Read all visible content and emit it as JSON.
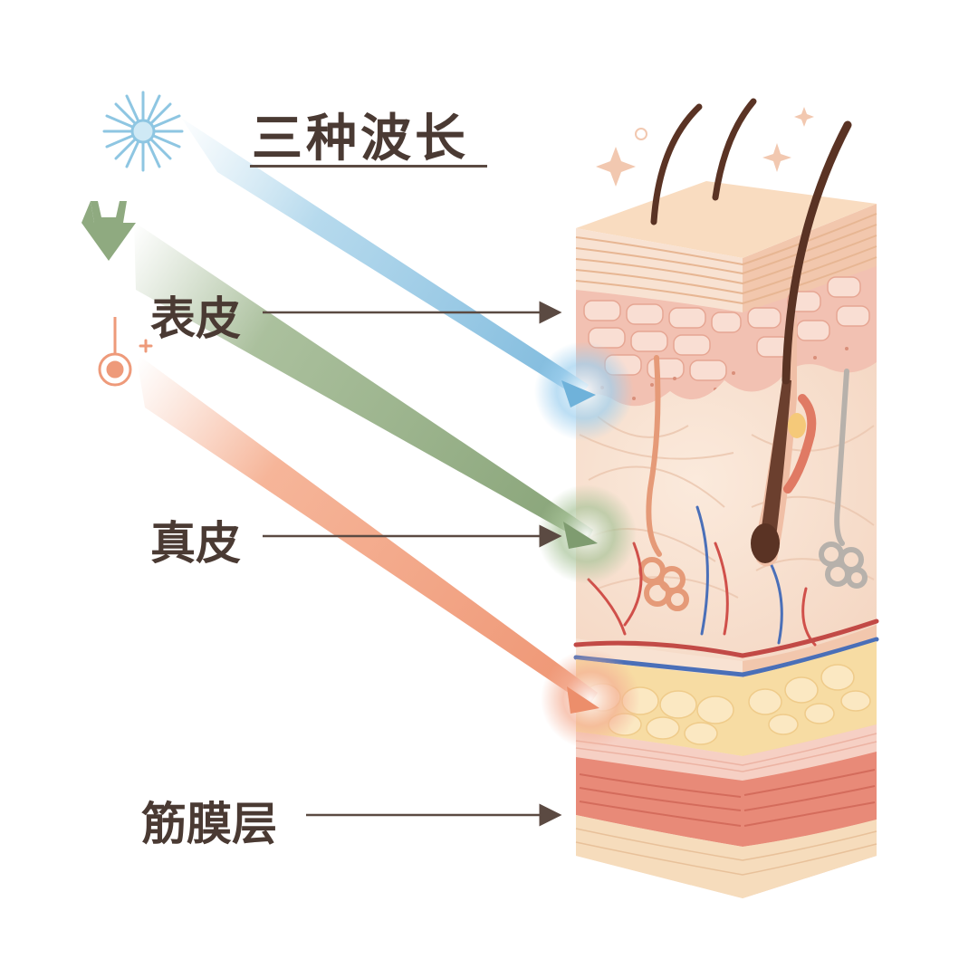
{
  "title": "三种波长",
  "layers": {
    "epidermis": "表皮",
    "dermis": "真皮",
    "fascia": "筋膜层"
  },
  "beams": [
    {
      "icon": "sun-burst-icon",
      "color": "#9ecfe6"
    },
    {
      "icon": "plug-icon",
      "color": "#9db58f"
    },
    {
      "icon": "thermometer-icon",
      "color": "#f2a585"
    }
  ],
  "colors": {
    "text": "#4a3a33",
    "arrow": "#5b4a42",
    "skin_top": "#f6d9bd",
    "epidermis": "#f3c4b5",
    "dermis": "#f8e2d2",
    "fat": "#f7dca3",
    "muscle": "#e88a78"
  }
}
